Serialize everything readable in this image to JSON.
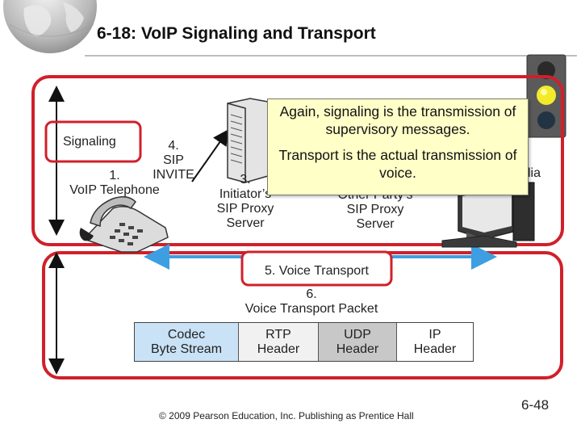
{
  "slide": {
    "title": "6-18: VoIP Signaling and Transport",
    "footer": "© 2009 Pearson Education, Inc.  Publishing as Prentice Hall",
    "page_number": "6-48"
  },
  "signaling_section": {
    "signaling_label": "Signaling",
    "sip_invite_label": "4.\nSIP\nINVITE",
    "telephone_label": "1.\nVoIP Telephone",
    "initiator_proxy_label": "3.\nInitiator’s\nSIP Proxy\nServer",
    "other_proxy_label": "Other Party’s\nSIP Proxy\nServer",
    "partial_label": "lia"
  },
  "callout": {
    "line1": "Again, signaling is the transmission of supervisory messages.",
    "line2": "Transport is the actual transmission of voice."
  },
  "transport_section": {
    "voice_transport_label": "5. Voice Transport",
    "packet_title": "6.\nVoice Transport Packet",
    "packet_fields": [
      {
        "label": "Codec\nByte Stream",
        "color": "#c9e2f6"
      },
      {
        "label": "RTP\nHeader",
        "color": "#f1f1f1"
      },
      {
        "label": "UDP\nHeader",
        "color": "#c8c8c8"
      },
      {
        "label": "IP\nHeader",
        "color": "#ffffff"
      }
    ]
  },
  "colors": {
    "section_border": "#d0202a",
    "arrow_blue": "#3e9ee2",
    "callout_bg": "#ffffc8"
  }
}
